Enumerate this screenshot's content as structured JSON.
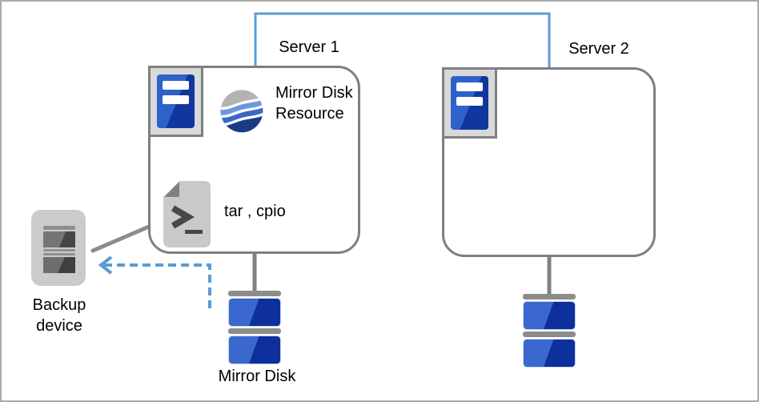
{
  "servers": [
    {
      "label": "Server 1",
      "contents": {
        "mirror_disk_resource_label": "Mirror Disk Resource",
        "backup_tools_label": "tar , cpio"
      }
    },
    {
      "label": "Server 2"
    }
  ],
  "backup_device": {
    "label": "Backup device"
  },
  "mirror_disk": {
    "label": "Mirror Disk"
  },
  "colors": {
    "accent_blue_connector": "#5b9bd5",
    "box_border_gray": "#7f7f7f",
    "connector_gray": "#8c8c8c",
    "server_icon_blue": "#1d4ab5",
    "disk_blue_light": "#3a68ce",
    "disk_blue_dark": "#0e309c",
    "globe_gray": "#b3b3b3",
    "globe_light_blue": "#6b97dd",
    "globe_mid_blue": "#3b67c6",
    "globe_dark_blue": "#1b3b85",
    "device_gray": "#cbcbcb"
  },
  "icons": {
    "server": "server-tower-icon",
    "globe": "mirror-disk-resource-globe-icon",
    "script": "shell-script-icon",
    "backup": "backup-device-icon",
    "disk": "disk-stack-icon"
  }
}
